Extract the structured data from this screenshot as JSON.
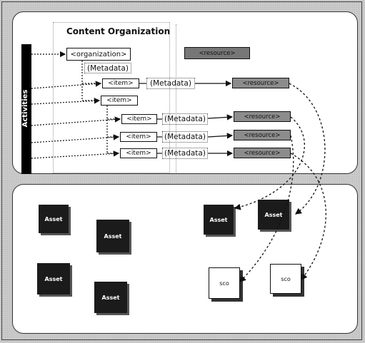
{
  "organization": {
    "title": "Content Organization",
    "activities_label": "Activities",
    "root_label": "<organization>",
    "metadata_label": "(Metadata)",
    "item_label": "<item>",
    "resource_label": "<resource>",
    "items": [
      {
        "label": "<item>",
        "metadata": "(Metadata)",
        "resource": "<resource>"
      },
      {
        "label": "<item>"
      },
      {
        "label": "<item>",
        "metadata": "(Metadata)",
        "resource": "<resource>"
      },
      {
        "label": "<item>",
        "metadata": "(Metadata)",
        "resource": "<resource>"
      },
      {
        "label": "<item>",
        "metadata": "(Metadata)",
        "resource": "<resource>"
      }
    ]
  },
  "content": {
    "assets": [
      "Asset",
      "Asset",
      "Asset",
      "Asset",
      "Asset",
      "Asset"
    ],
    "scos": [
      "sco",
      "sco"
    ]
  },
  "colors": {
    "resource_fill": "#8c8c8c",
    "asset_fill": "#1b1b1b",
    "activities_bar": "#000000"
  }
}
